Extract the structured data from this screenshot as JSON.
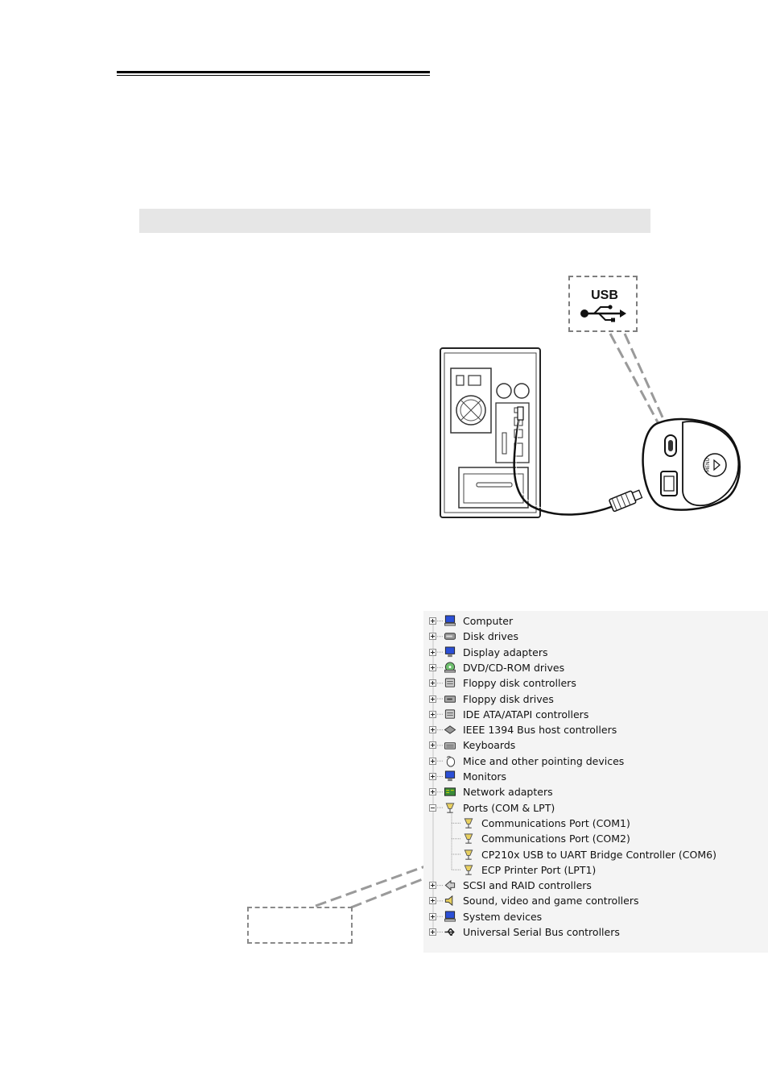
{
  "usb_badge": {
    "label": "USB"
  },
  "device_manager": {
    "items": [
      {
        "label": "Computer",
        "icon": "computer-icon",
        "expander": "plus",
        "level": 0
      },
      {
        "label": "Disk drives",
        "icon": "disk-drive-icon",
        "expander": "plus",
        "level": 0
      },
      {
        "label": "Display adapters",
        "icon": "display-adapter-icon",
        "expander": "plus",
        "level": 0
      },
      {
        "label": "DVD/CD-ROM drives",
        "icon": "dvd-drive-icon",
        "expander": "plus",
        "level": 0
      },
      {
        "label": "Floppy disk controllers",
        "icon": "floppy-controller-icon",
        "expander": "plus",
        "level": 0
      },
      {
        "label": "Floppy disk drives",
        "icon": "floppy-drive-icon",
        "expander": "plus",
        "level": 0
      },
      {
        "label": "IDE ATA/ATAPI controllers",
        "icon": "ide-controller-icon",
        "expander": "plus",
        "level": 0
      },
      {
        "label": "IEEE 1394 Bus host controllers",
        "icon": "ieee1394-icon",
        "expander": "plus",
        "level": 0
      },
      {
        "label": "Keyboards",
        "icon": "keyboard-icon",
        "expander": "plus",
        "level": 0
      },
      {
        "label": "Mice and other pointing devices",
        "icon": "mouse-icon",
        "expander": "plus",
        "level": 0
      },
      {
        "label": "Monitors",
        "icon": "monitor-icon",
        "expander": "plus",
        "level": 0
      },
      {
        "label": "Network adapters",
        "icon": "network-adapter-icon",
        "expander": "plus",
        "level": 0
      },
      {
        "label": "Ports (COM & LPT)",
        "icon": "port-icon",
        "expander": "minus",
        "level": 0
      },
      {
        "label": "Communications Port (COM1)",
        "icon": "port-icon",
        "expander": "none",
        "level": 1
      },
      {
        "label": "Communications Port (COM2)",
        "icon": "port-icon",
        "expander": "none",
        "level": 1
      },
      {
        "label": "CP210x USB to UART Bridge Controller (COM6)",
        "icon": "port-icon",
        "expander": "none",
        "level": 1
      },
      {
        "label": "ECP Printer Port (LPT1)",
        "icon": "port-icon",
        "expander": "none",
        "level": 1
      },
      {
        "label": "SCSI and RAID controllers",
        "icon": "scsi-controller-icon",
        "expander": "plus",
        "level": 0
      },
      {
        "label": "Sound, video and game controllers",
        "icon": "sound-icon",
        "expander": "plus",
        "level": 0
      },
      {
        "label": "System devices",
        "icon": "system-device-icon",
        "expander": "plus",
        "level": 0
      },
      {
        "label": "Universal Serial Bus controllers",
        "icon": "usb-controller-icon",
        "expander": "plus",
        "level": 0
      }
    ]
  }
}
